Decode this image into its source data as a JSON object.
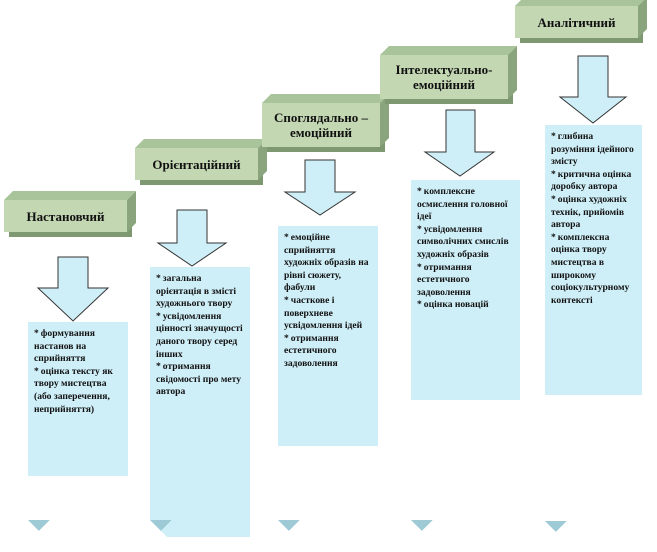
{
  "stages": [
    {
      "title": "Настановчий",
      "items": [
        "формування настанов на сприйняття",
        "оцінка тексту як твору мистецтва (або заперечення, неприйняття)"
      ]
    },
    {
      "title": "Орієнтаційний",
      "items": [
        "загальна орієнтація в змісті художнього твору",
        "усвідомлення цінності значущості даного твору серед інших",
        "отримання свідомості про мету автора"
      ]
    },
    {
      "title": "Споглядально –емоційний",
      "items": [
        "емоційне сприйняття художніх образів на рівні сюжету, фабули",
        "часткове і поверхневе усвідомлення ідей",
        "отримання естетичного задоволення"
      ]
    },
    {
      "title": "Інтелектуально-емоційний",
      "items": [
        "комплексне осмислення головної ідеї",
        "усвідомлення символічних смислів художніх образів",
        "отримання естетичного задоволення",
        "оцінка новацій"
      ]
    },
    {
      "title": "Аналітичний",
      "items": [
        "глибина розуміння ідейного змісту",
        "критична оцінка доробку автора",
        "оцінка художніх технік, прийомів автора",
        "комплексна оцінка твору мистецтва в широкому соціокультурному контексті"
      ]
    }
  ],
  "colors": {
    "stage_fill": "#c3d7b3",
    "card_fill": "#cfeff8",
    "arrow_fill": "#cfeff8"
  },
  "icons": [
    "down-arrow-icon"
  ]
}
